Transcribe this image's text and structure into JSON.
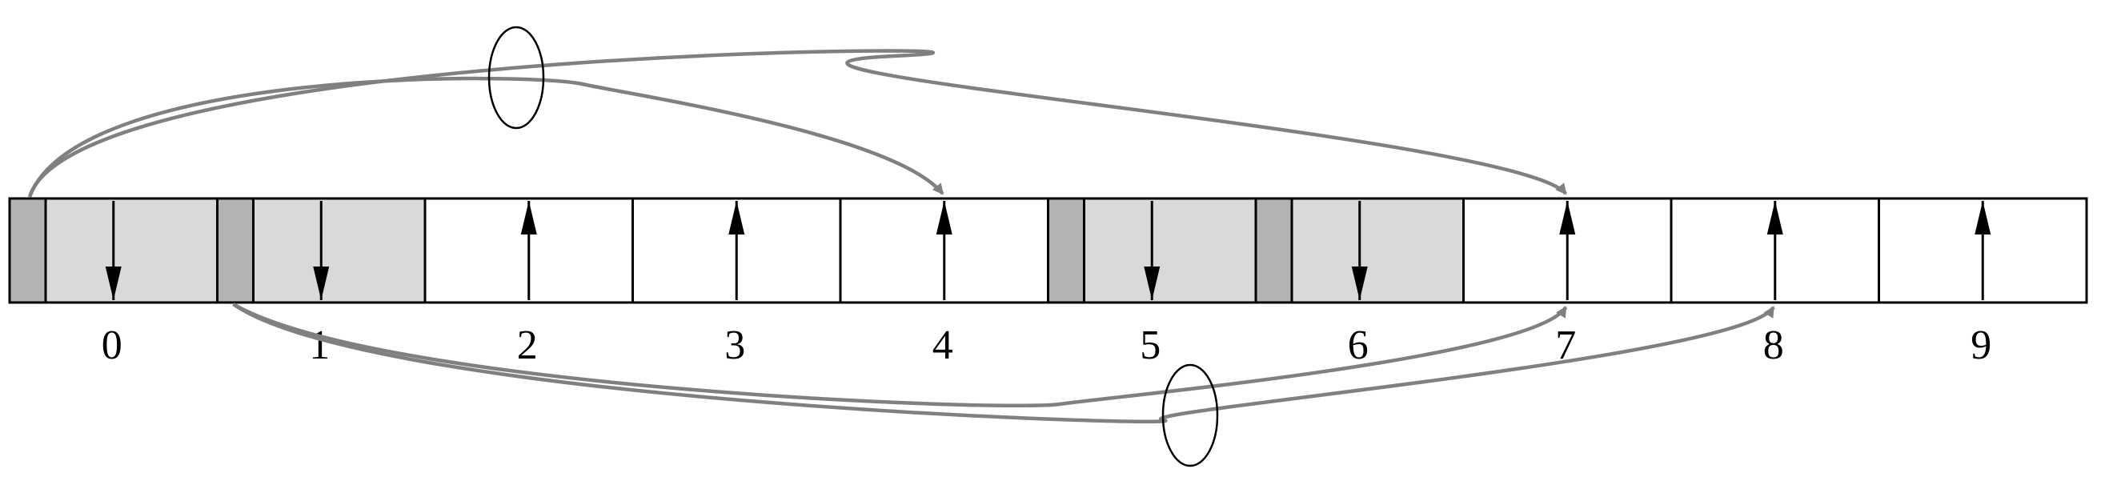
{
  "cells": [
    {
      "label": "0",
      "shaded": true,
      "pointer": "down"
    },
    {
      "label": "1",
      "shaded": true,
      "pointer": "down"
    },
    {
      "label": "2",
      "shaded": false,
      "pointer": "up"
    },
    {
      "label": "3",
      "shaded": false,
      "pointer": "up"
    },
    {
      "label": "4",
      "shaded": false,
      "pointer": "up"
    },
    {
      "label": "5",
      "shaded": true,
      "pointer": "down"
    },
    {
      "label": "6",
      "shaded": true,
      "pointer": "down"
    },
    {
      "label": "7",
      "shaded": false,
      "pointer": "up"
    },
    {
      "label": "8",
      "shaded": false,
      "pointer": "up"
    },
    {
      "label": "9",
      "shaded": false,
      "pointer": "up"
    }
  ],
  "links_top": [
    {
      "from_cell": "0",
      "to_cell": "4"
    },
    {
      "from_cell": "0",
      "to_cell": "7"
    }
  ],
  "links_bottom": [
    {
      "from_cell": "1",
      "to_cell": "7"
    },
    {
      "from_cell": "1",
      "to_cell": "8"
    }
  ],
  "colors": {
    "cell_fill_shaded": "#d9d9d9",
    "tag_fill": "#b3b3b3",
    "cell_fill_plain": "#ffffff",
    "border": "#000000",
    "link_stroke": "#808080",
    "link_arrowhead": "#808080"
  }
}
